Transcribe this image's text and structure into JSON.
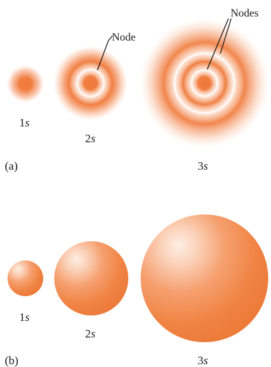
{
  "panel_a": {
    "tag": "(a)",
    "orbitals": [
      {
        "n": "1",
        "l": "s"
      },
      {
        "n": "2",
        "l": "s"
      },
      {
        "n": "3",
        "l": "s"
      }
    ],
    "callout_single": "Node",
    "callout_plural": "Nodes"
  },
  "panel_b": {
    "tag": "(b)",
    "orbitals": [
      {
        "n": "1",
        "l": "s"
      },
      {
        "n": "2",
        "l": "s"
      },
      {
        "n": "3",
        "l": "s"
      }
    ]
  },
  "colors": {
    "orbital": "#f08040",
    "sphere_highlight": "#fde9dc",
    "node_ring": "#ffffff"
  }
}
